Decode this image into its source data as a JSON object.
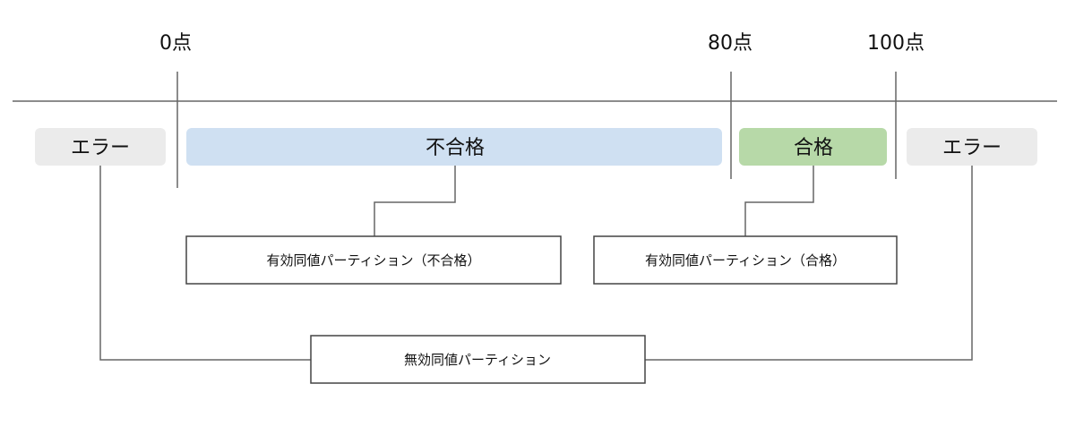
{
  "colors": {
    "line": "#666666",
    "error_fill": "#ebebeb",
    "fail_fill": "#cfe0f2",
    "pass_fill": "#b7d9a8",
    "box_fill": "#ffffff",
    "box_stroke": "#444444"
  },
  "ticks": {
    "zero": "0点",
    "eighty": "80点",
    "hundred": "100点"
  },
  "segments": {
    "error_left": "エラー",
    "fail": "不合格",
    "pass": "合格",
    "error_right": "エラー"
  },
  "partitions": {
    "valid_fail": "有効同値パーティション（不合格）",
    "valid_pass": "有効同値パーティション（合格）",
    "invalid": "無効同値パーティション"
  }
}
